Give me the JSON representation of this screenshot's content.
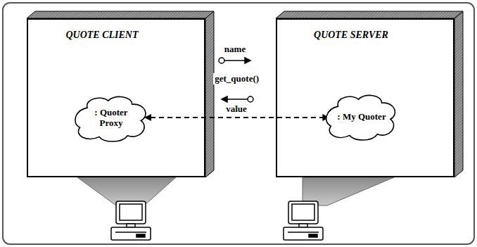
{
  "diagram": {
    "nodes": [
      {
        "text": [
          "QUOTE CLIENT"
        ]
      },
      {
        "text": [
          ": Quoter Proxy"
        ],
        "in": 0
      },
      {
        "text": [
          "QUOTE SERVER"
        ]
      },
      {
        "text": [
          ": My Quoter"
        ],
        "in": 2
      }
    ],
    "edges": [
      {
        "from": 1,
        "to": 3,
        "arrow": "both",
        "label": "get_quote()"
      }
    ],
    "labels": [
      "name",
      "value"
    ]
  }
}
